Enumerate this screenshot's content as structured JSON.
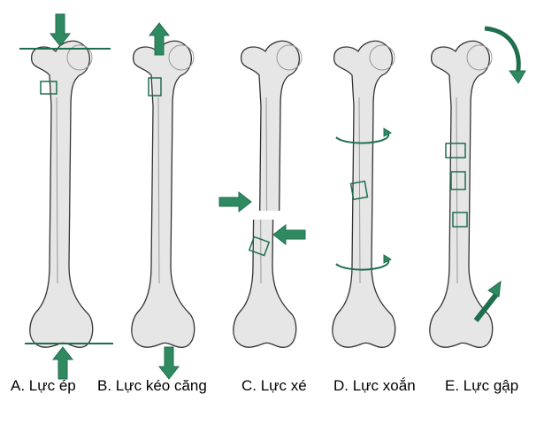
{
  "colors": {
    "arrow": "#2f8a62",
    "bone": "#e6e6e6"
  },
  "labels": [
    {
      "id": "a",
      "text": "A. Lực ép"
    },
    {
      "id": "b",
      "text": "B. Lực kéo căng"
    },
    {
      "id": "c",
      "text": "C. Lực xé"
    },
    {
      "id": "d",
      "text": "D. Lực xoắn"
    },
    {
      "id": "e",
      "text": "E. Lực gập"
    }
  ]
}
